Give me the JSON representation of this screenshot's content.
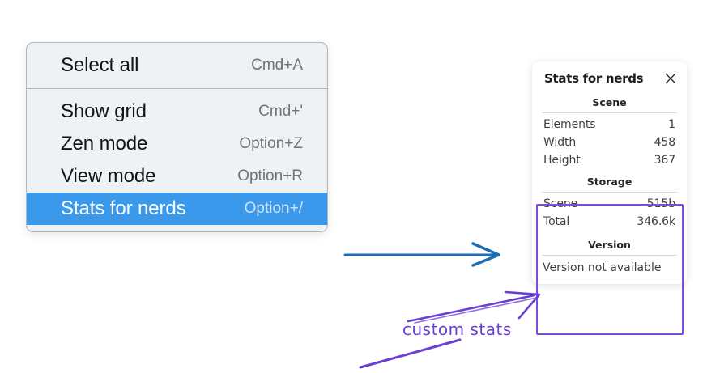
{
  "context_menu": {
    "groups": [
      {
        "items": [
          {
            "label": "Select all",
            "shortcut": "Cmd+A",
            "highlighted": false
          }
        ]
      },
      {
        "items": [
          {
            "label": "Show grid",
            "shortcut": "Cmd+'",
            "highlighted": false
          },
          {
            "label": "Zen mode",
            "shortcut": "Option+Z",
            "highlighted": false
          },
          {
            "label": "View mode",
            "shortcut": "Option+R",
            "highlighted": false
          },
          {
            "label": "Stats for nerds",
            "shortcut": "Option+/",
            "highlighted": true
          }
        ]
      }
    ],
    "highlight_color": "#3b99ec"
  },
  "stats_card": {
    "title": "Stats for nerds",
    "close_icon": "close-icon",
    "sections": [
      {
        "name": "Scene",
        "rows": [
          {
            "key": "Elements",
            "value": "1"
          },
          {
            "key": "Width",
            "value": "458"
          },
          {
            "key": "Height",
            "value": "367"
          }
        ]
      },
      {
        "name": "Storage",
        "rows": [
          {
            "key": "Scene",
            "value": "515b"
          },
          {
            "key": "Total",
            "value": "346.6k"
          }
        ]
      },
      {
        "name": "Version",
        "single_value": "Version not available"
      }
    ],
    "highlight_outline_color": "#7c4ddb"
  },
  "annotations": {
    "blue_arrow_color": "#1f6eb5",
    "purple_color": "#6b3fd4",
    "note_text": "custom stats"
  }
}
